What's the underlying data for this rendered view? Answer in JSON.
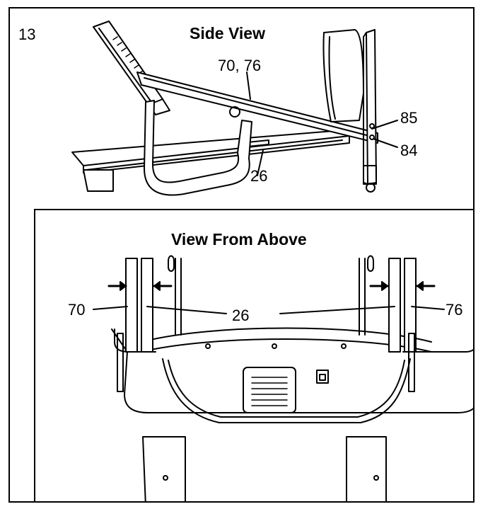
{
  "step_number": "13",
  "side_view": {
    "title": "Side View",
    "callouts": {
      "upright_pair": "70, 76",
      "part_85": "85",
      "part_84": "84",
      "part_26": "26"
    }
  },
  "top_view": {
    "title": "View From Above",
    "callouts": {
      "left_upright": "70",
      "right_upright": "76",
      "base": "26"
    }
  }
}
